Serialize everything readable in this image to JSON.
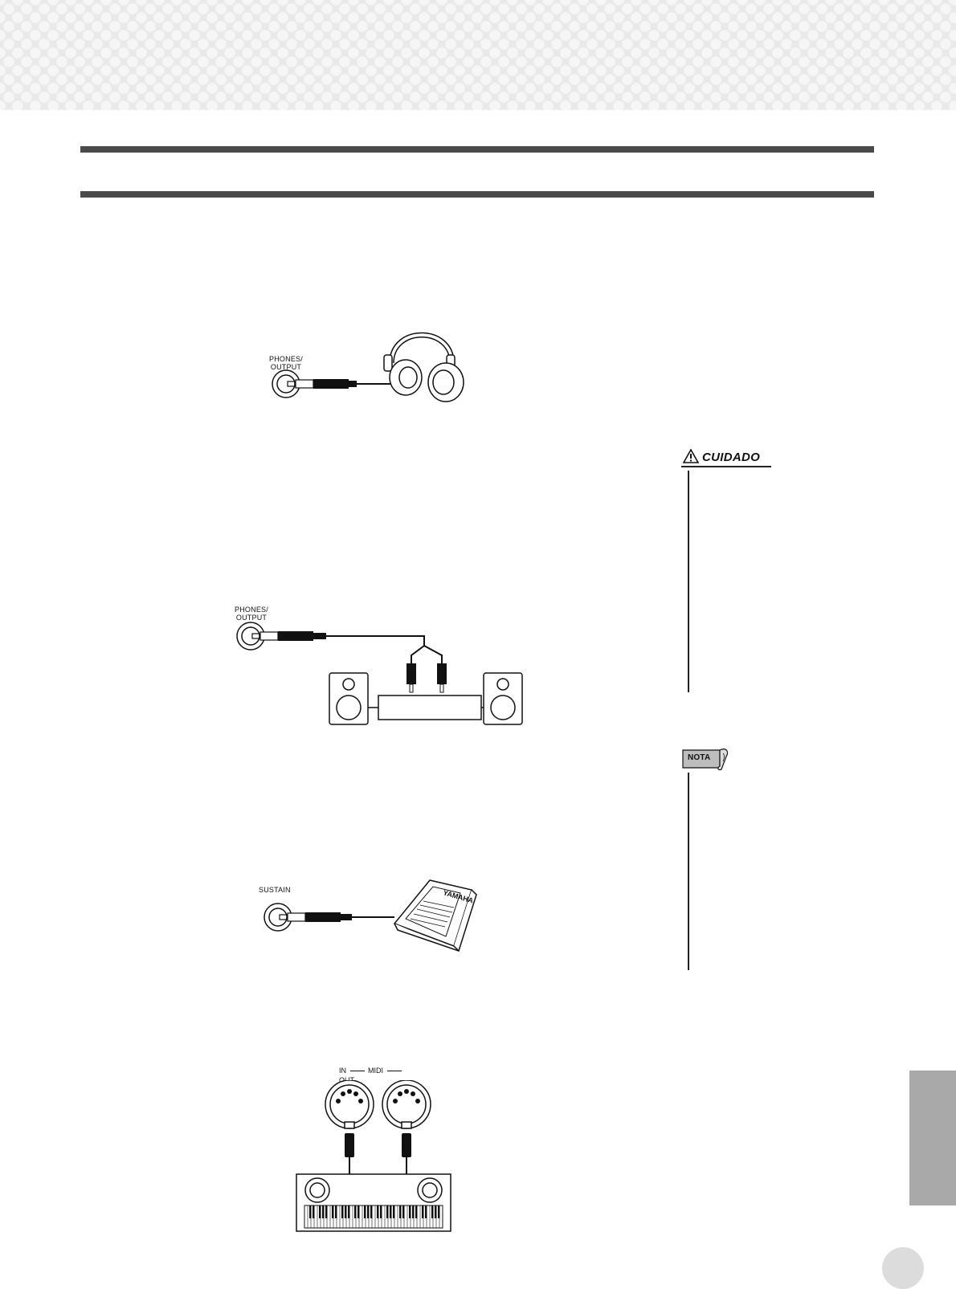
{
  "figures": {
    "headphones": {
      "jack_label": "PHONES/\nOUTPUT"
    },
    "speakers": {
      "jack_label": "PHONES/\nOUTPUT"
    },
    "pedal": {
      "jack_label": "SUSTAIN",
      "brand": "YAMAHA"
    },
    "midi": {
      "in_label": "IN",
      "midi_label": "MIDI",
      "out_label": "OUT"
    }
  },
  "sidebar": {
    "caution_label": "CUIDADO",
    "note_label": "NOTA"
  }
}
